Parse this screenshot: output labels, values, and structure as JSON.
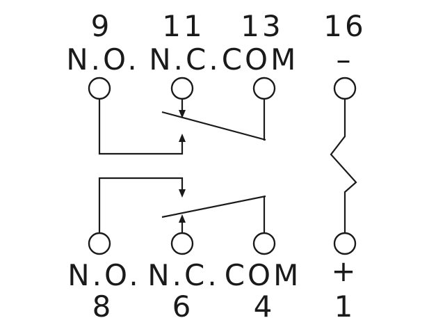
{
  "top_terminals": [
    {
      "number": "9",
      "function": "N.O."
    },
    {
      "number": "11",
      "function": "N.C."
    },
    {
      "number": "13",
      "function": "COM"
    },
    {
      "number": "16",
      "function": "–"
    }
  ],
  "bottom_terminals": [
    {
      "number": "8",
      "function": "N.O."
    },
    {
      "number": "6",
      "function": "N.C."
    },
    {
      "number": "4",
      "function": "COM"
    },
    {
      "number": "1",
      "function": "+"
    }
  ],
  "colors": {
    "line": "#1a1a1a",
    "background": "#ffffff"
  }
}
